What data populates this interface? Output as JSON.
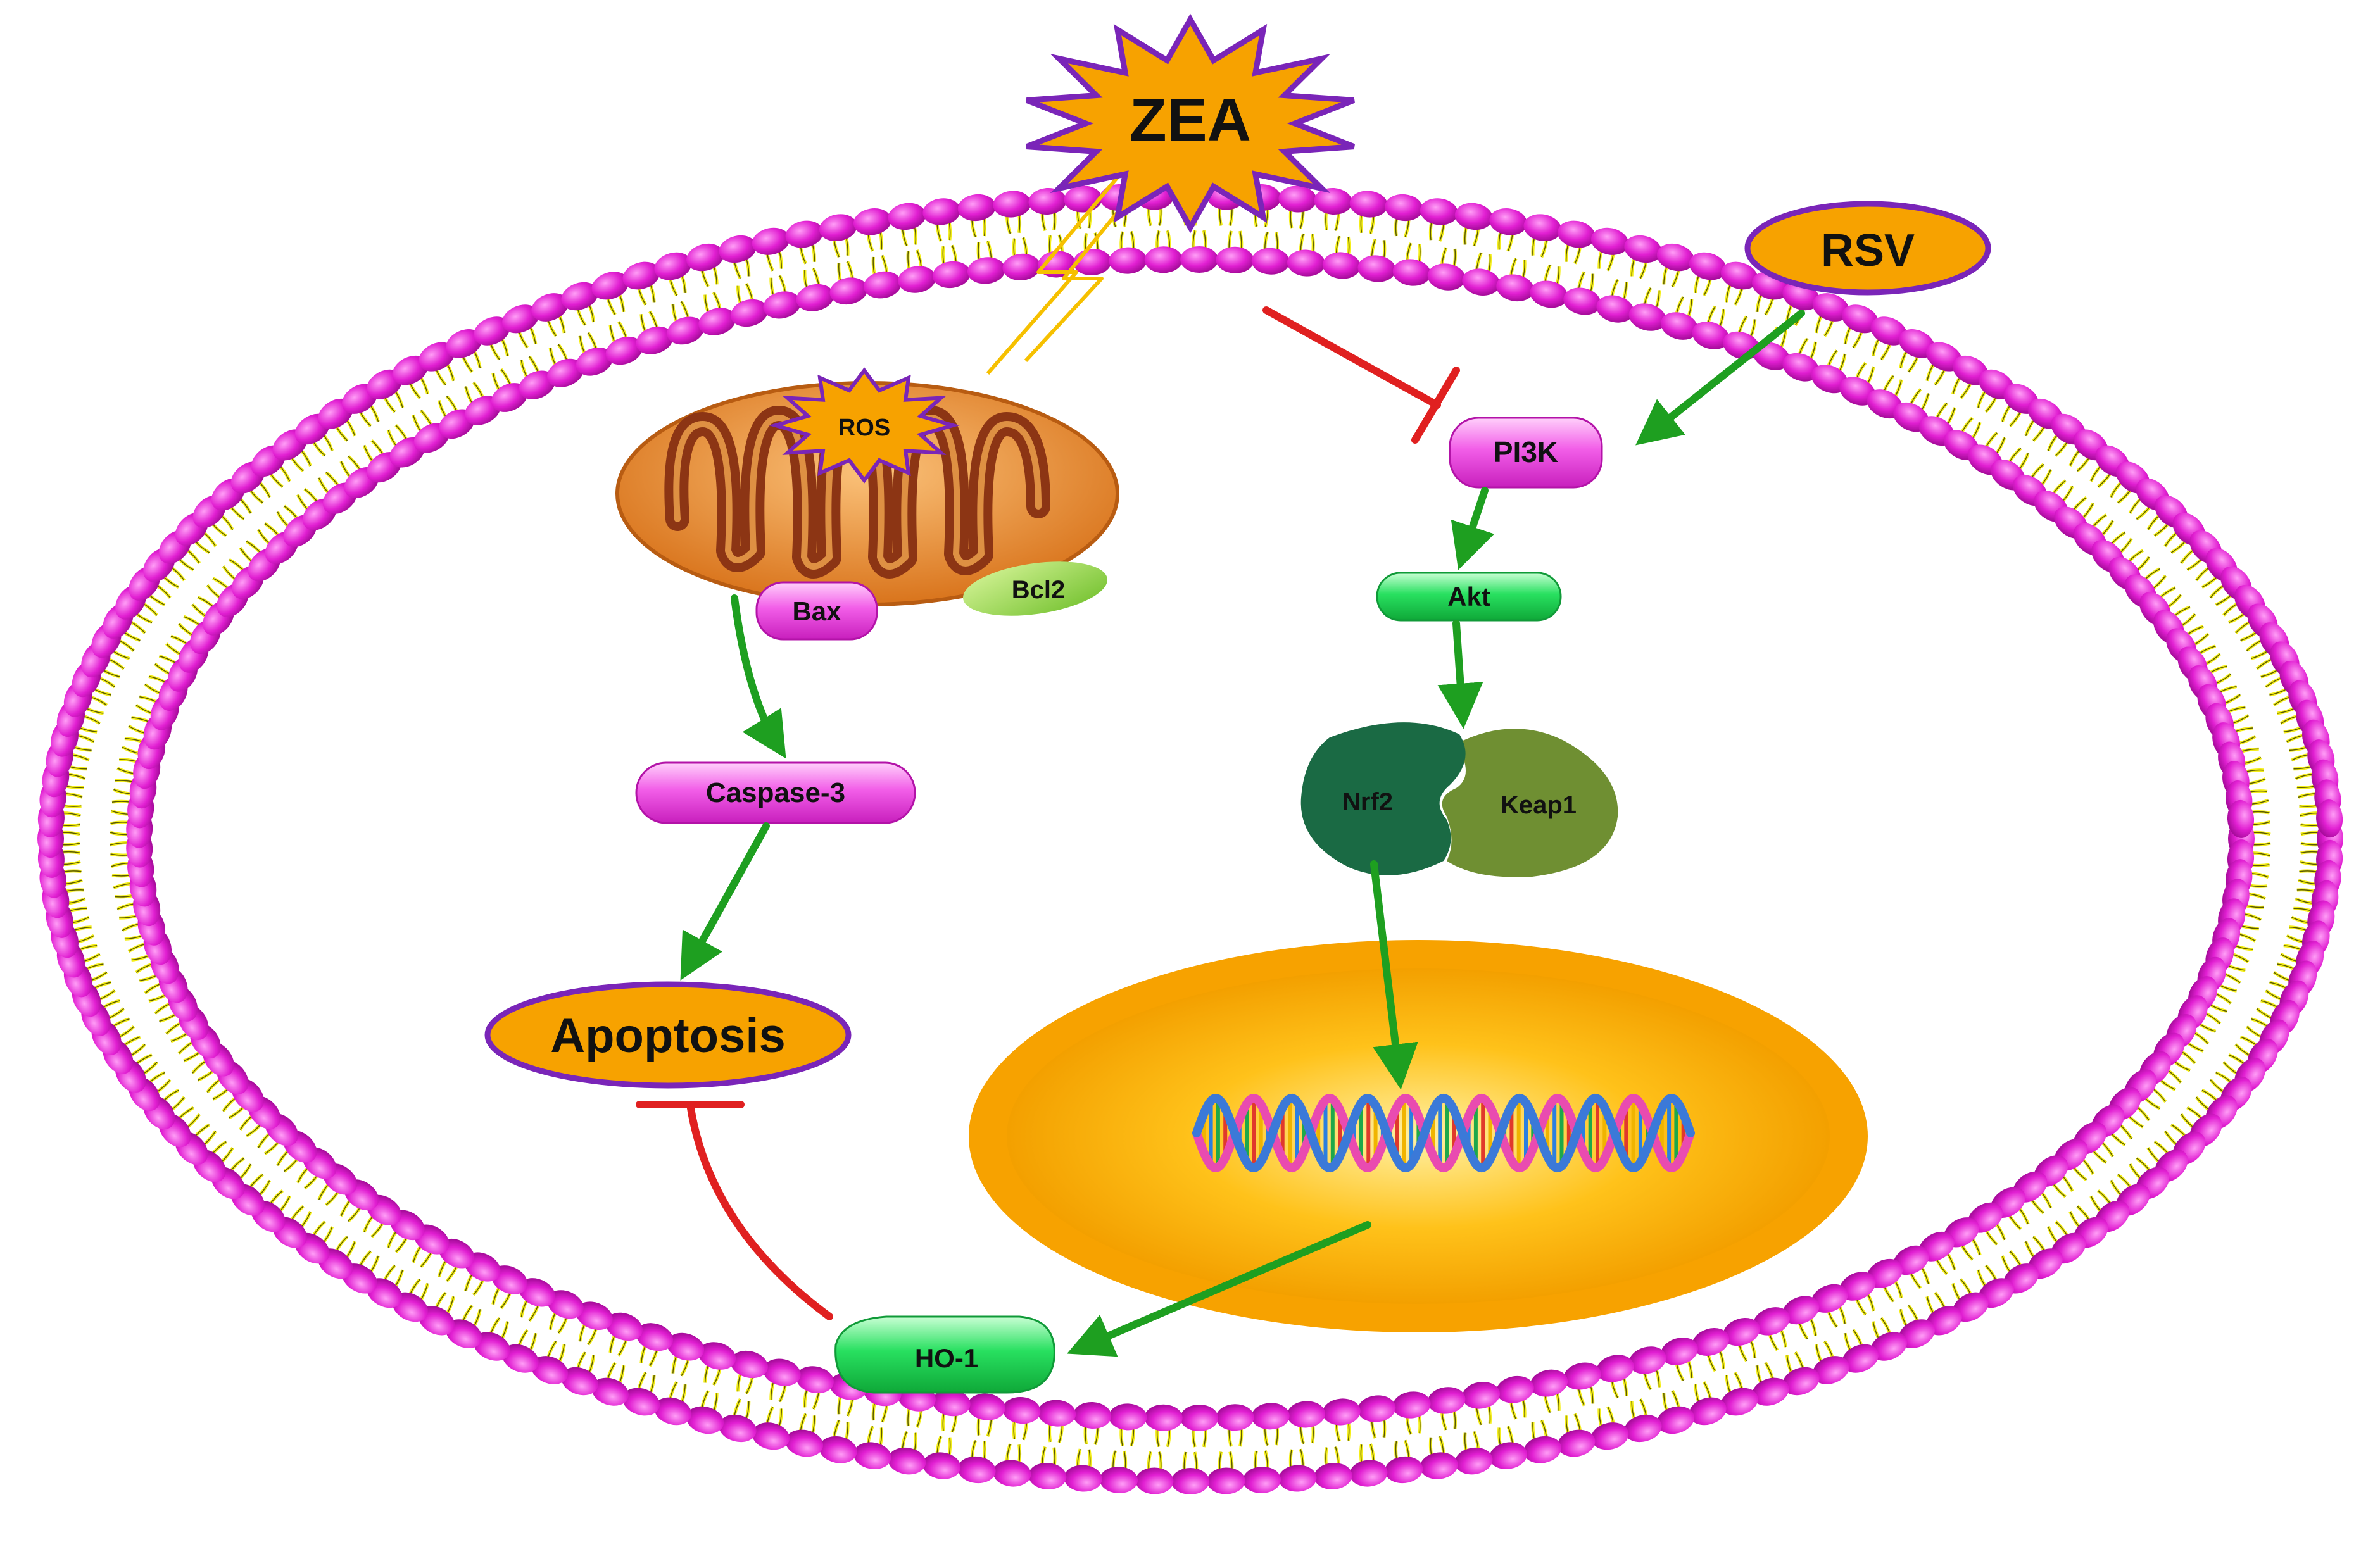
{
  "colors": {
    "membrane_head": "#e11fd2",
    "membrane_tail": "#f4ee1a",
    "activation": "#1e9f20",
    "inhibition": "#e02020",
    "orange_fill": "#f7a200",
    "purple_outline": "#7a25b8",
    "mito_outer": "#e98a2a",
    "mito_inner": "#8c3514",
    "nrf2": "#1a6a44",
    "keap1": "#6f8f32",
    "pink_node": "#f25ee8",
    "green_node": "#28e060",
    "bcl2": "#8fd24a"
  },
  "nodes": {
    "zea": "ZEA",
    "rsv": "RSV",
    "ros": "ROS",
    "pi3k": "PI3K",
    "akt": "Akt",
    "nrf2": "Nrf2",
    "keap1": "Keap1",
    "bax": "Bax",
    "bcl2": "Bcl2",
    "caspase3": "Caspase-3",
    "apoptosis": "Apoptosis",
    "ho1": "HO-1"
  },
  "icons": [
    "lightning-icon",
    "mitochondrion-icon",
    "dna-helix-icon",
    "nucleus-icon"
  ]
}
